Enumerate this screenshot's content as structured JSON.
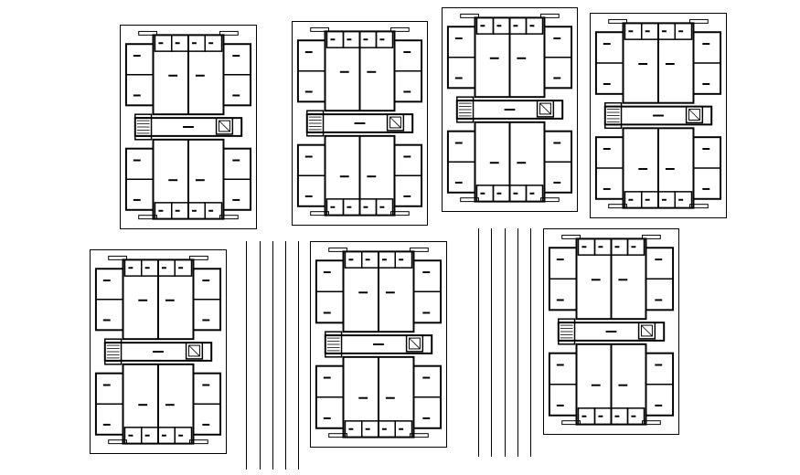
{
  "drawing": {
    "background": "#ffffff",
    "line_color": "#000000",
    "sheet_count": 7,
    "sheets": [
      {
        "name": "plan-sheet-1",
        "variant": "compact"
      },
      {
        "name": "plan-sheet-2",
        "variant": "compact"
      },
      {
        "name": "plan-sheet-3",
        "variant": "compact"
      },
      {
        "name": "plan-sheet-4",
        "variant": "compact"
      },
      {
        "name": "plan-sheet-5",
        "variant": "open"
      },
      {
        "name": "plan-sheet-6",
        "variant": "split"
      },
      {
        "name": "plan-sheet-7",
        "variant": "split"
      }
    ]
  }
}
